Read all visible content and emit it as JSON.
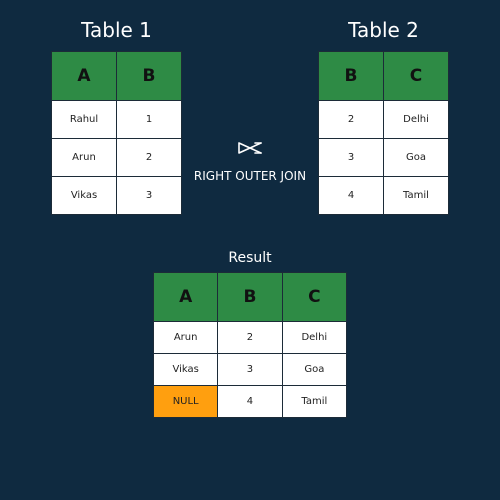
{
  "table1": {
    "title": "Table 1",
    "headers": [
      "A",
      "B"
    ],
    "rows": [
      [
        "Rahul",
        "1"
      ],
      [
        "Arun",
        "2"
      ],
      [
        "Vikas",
        "3"
      ]
    ]
  },
  "table2": {
    "title": "Table 2",
    "headers": [
      "B",
      "C"
    ],
    "rows": [
      [
        "2",
        "Delhi"
      ],
      [
        "3",
        "Goa"
      ],
      [
        "4",
        "Tamil"
      ]
    ]
  },
  "join": {
    "icon": "right-outer-join-icon",
    "label": "RIGHT OUTER JOIN"
  },
  "result": {
    "title": "Result",
    "headers": [
      "A",
      "B",
      "C"
    ],
    "rows": [
      [
        "Arun",
        "2",
        "Delhi"
      ],
      [
        "Vikas",
        "3",
        "Goa"
      ],
      [
        "NULL",
        "4",
        "Tamil"
      ]
    ]
  },
  "colors": {
    "background": "#0f2a40",
    "header": "#2e8b45",
    "cell": "#ffffff",
    "null_highlight": "#ff9f0f"
  }
}
